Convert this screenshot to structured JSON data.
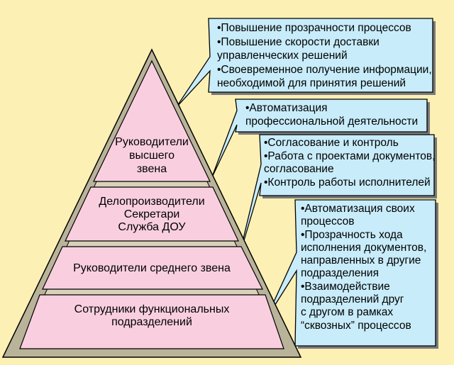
{
  "pyramid": {
    "levels": [
      {
        "lines": [
          "Руководители",
          "высшего",
          "звена"
        ]
      },
      {
        "lines": [
          "Делопроизводители",
          "Секретари",
          "Служба  ДОУ"
        ]
      },
      {
        "lines": [
          "Руководители среднего звена"
        ]
      },
      {
        "lines": [
          "Сотрудники функциональных",
          "подразделений"
        ]
      }
    ]
  },
  "callouts": [
    {
      "items": [
        [
          "•Повышение прозрачности процессов"
        ],
        [
          "•Повышение скорости доставки",
          "управленческих  решений"
        ],
        [
          "•Своевременное получение информации,",
          "необходимой для принятия решений"
        ]
      ]
    },
    {
      "items": [
        [
          "•Автоматизация",
          "профессиональной деятельности"
        ]
      ]
    },
    {
      "items": [
        [
          "•Согласование и контроль"
        ],
        [
          "•Работа с проектами документов,",
          "согласование"
        ],
        [
          "•Контроль работы исполнителей"
        ]
      ]
    },
    {
      "items": [
        [
          "•Автоматизация своих",
          "процессов"
        ],
        [
          "•Прозрачность хода",
          "исполнения документов,",
          "направленных в другие",
          "подразделения"
        ],
        [
          "•Взаимодействие",
          "подразделений друг",
          "с другом в рамках",
          "“сквозных” процессов"
        ]
      ]
    }
  ],
  "colors": {
    "background": "#fcf0b4",
    "pyramid_fill": "#f9cfe0",
    "pyramid_frame": "#b9b39a",
    "callout_fill": "#c8ecfa",
    "outline": "#000000"
  }
}
